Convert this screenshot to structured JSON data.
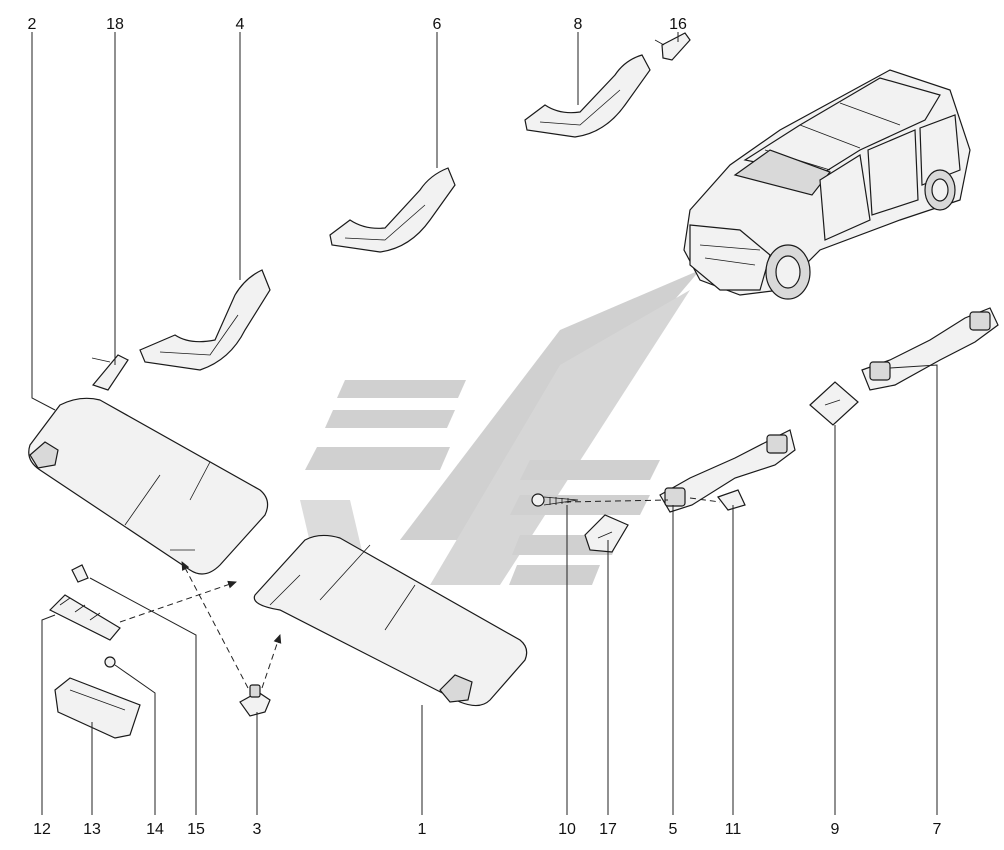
{
  "diagram": {
    "callouts": {
      "c1": "1",
      "c2": "2",
      "c3": "3",
      "c4": "4",
      "c5": "5",
      "c6": "6",
      "c7": "7",
      "c8": "8",
      "c9": "9",
      "c10": "10",
      "c11": "11",
      "c12": "12",
      "c13": "13",
      "c14": "14",
      "c15": "15",
      "c16": "16",
      "c17": "17",
      "c18": "18"
    },
    "colors": {
      "line": "#1a1a1a",
      "part_fill": "#f2f2f2",
      "watermark": "#c8c8c8"
    },
    "watermark": "logo-stripes"
  }
}
